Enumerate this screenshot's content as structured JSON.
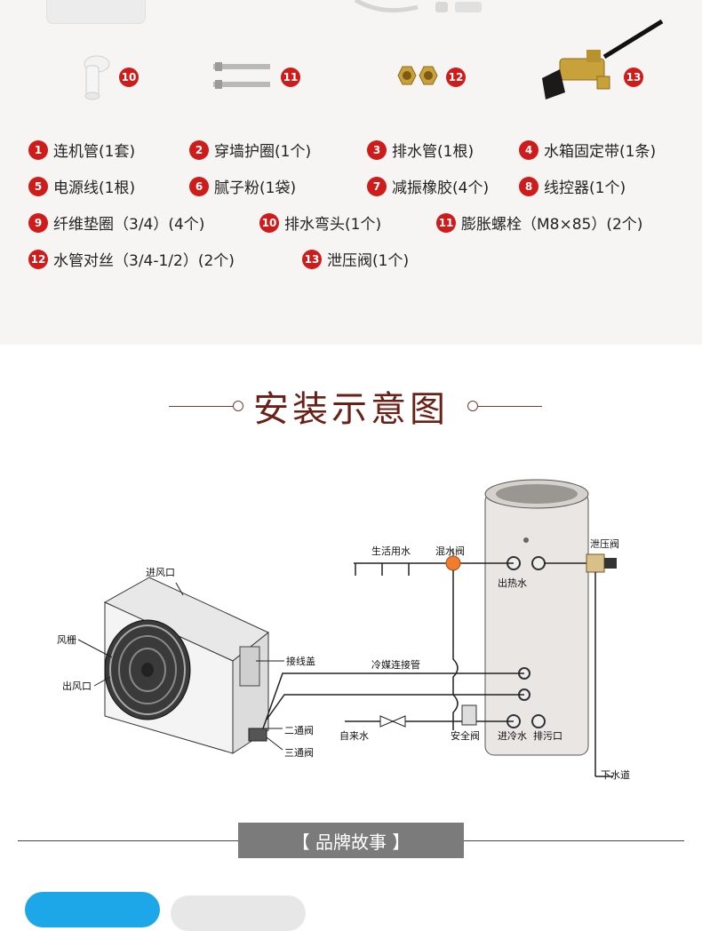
{
  "accessory_labels": [
    "10",
    "11",
    "12",
    "13"
  ],
  "parts_list": [
    {
      "num": "1",
      "text": "连机管(1套)"
    },
    {
      "num": "2",
      "text": "穿墙护圈(1个)"
    },
    {
      "num": "3",
      "text": "排水管(1根)"
    },
    {
      "num": "4",
      "text": "水箱固定带(1条)"
    },
    {
      "num": "5",
      "text": "电源线(1根)"
    },
    {
      "num": "6",
      "text": "腻子粉(1袋)"
    },
    {
      "num": "7",
      "text": "减振橡胶(4个)"
    },
    {
      "num": "8",
      "text": "线控器(1个)"
    },
    {
      "num": "9",
      "text": "纤维垫圈（3/4）(4个)"
    },
    {
      "num": "10",
      "text": "排水弯头(1个)"
    },
    {
      "num": "11",
      "text": "膨胀螺栓（M8×85）(2个)"
    },
    {
      "num": "12",
      "text": "水管对丝（3/4-1/2）(2个)"
    },
    {
      "num": "13",
      "text": "泄压阀(1个)"
    }
  ],
  "install_title": "安装示意图",
  "diagram_labels": {
    "air_inlet": "进风口",
    "fan_grille": "风栅",
    "air_outlet": "出风口",
    "wiring_cover": "接线盖",
    "two_way_valve": "二通阀",
    "three_way_valve": "三通阀",
    "domestic_water": "生活用水",
    "mixing_valve": "混水阀",
    "hot_water_out": "出热水",
    "pressure_relief_valve": "泄压阀",
    "refrigerant_pipe": "冷媒连接管",
    "tap_water": "自来水",
    "safety_valve": "安全阀",
    "cold_water_in": "进冷水",
    "drain_outlet": "排污口",
    "sewer": "下水道"
  },
  "brand_story": "【 品牌故事 】",
  "colors": {
    "badge_red": "#d01b1b",
    "title_brown": "#6b1f15",
    "mixing_valve_orange": "#f07d2e",
    "brand_box_gray": "#7b7b7b",
    "tab_blue": "#1ea7e8"
  }
}
